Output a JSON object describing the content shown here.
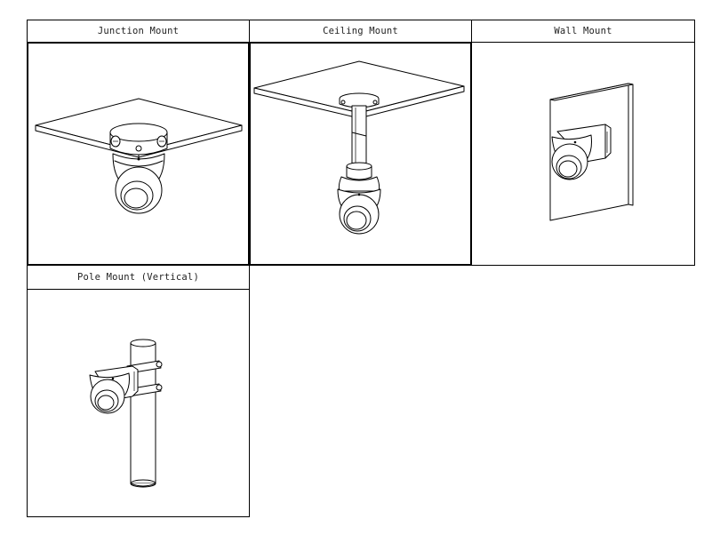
{
  "panels": [
    {
      "title": "Junction Mount"
    },
    {
      "title": "Ceiling Mount"
    },
    {
      "title": "Wall Mount"
    },
    {
      "title": "Pole Mount (Vertical)"
    }
  ]
}
